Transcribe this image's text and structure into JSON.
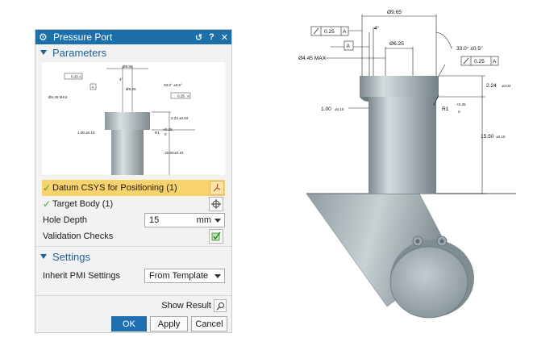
{
  "dialog": {
    "title": "Pressure Port",
    "title_icons": [
      "gear-icon",
      "reset-icon",
      "help-icon",
      "close-icon"
    ],
    "reset_glyph": "↺",
    "help_glyph": "?",
    "close_glyph": "✕",
    "accent_color": "#1e6fa8",
    "highlight_color": "#f7d26d",
    "parameters": {
      "header": "Parameters",
      "datum_csys": {
        "label": "Datum CSYS for Positioning (1)",
        "status": "complete",
        "icon": "csys-axes-icon"
      },
      "target_body": {
        "label": "Target Body (1)",
        "status": "complete",
        "icon": "crosshair-icon"
      },
      "hole_depth": {
        "label": "Hole Depth",
        "value": "15",
        "unit": "mm"
      },
      "validation": {
        "label": "Validation Checks",
        "icon": "validation-check-icon"
      }
    },
    "settings": {
      "header": "Settings",
      "inherit_pmi": {
        "label": "Inherit PMI Settings",
        "value": "From Template"
      }
    },
    "show_result_label": "Show Result",
    "buttons": {
      "ok": "OK",
      "apply": "Apply",
      "cancel": "Cancel"
    }
  },
  "drawing": {
    "diameter_top": "Ø9.65",
    "chamfer_angle": "4°",
    "diameter_bore": "Ø6.25",
    "angle_tol": "33.0° ±0.5°",
    "max_dia": "Ø4.45  MAX",
    "datum": "A",
    "fcf_left": {
      "tol": "0.25",
      "datum": "A"
    },
    "fcf_right": {
      "tol": "0.25",
      "datum": "A"
    },
    "height_top": "2.24",
    "height_top_tol": "±0.02",
    "fillet_radius": "R1",
    "fillet_tol_plus": "+0.25",
    "fillet_tol_minus": "0",
    "length": "15.50",
    "length_tol": "±0.10",
    "wall": "1.00",
    "wall_tol": "±0.10"
  }
}
